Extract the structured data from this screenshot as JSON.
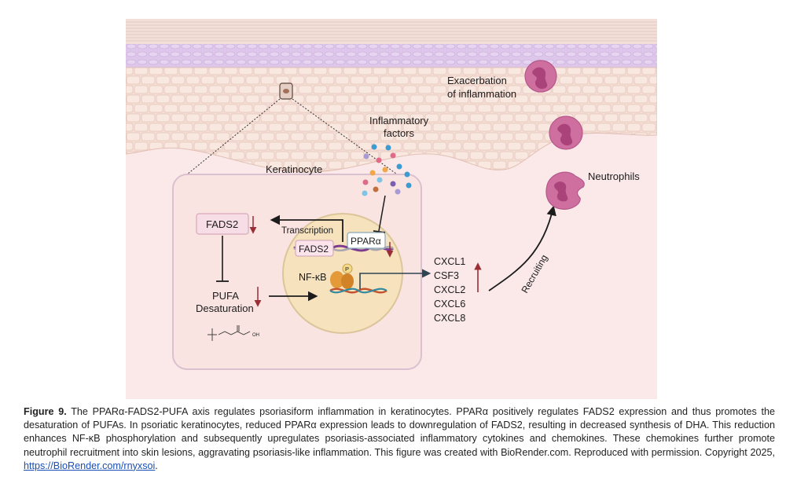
{
  "figure": {
    "labels": {
      "exacerbation_line1": "Exacerbation",
      "exacerbation_line2": "of inflammation",
      "inflammatory_line1": "Inflammatory",
      "inflammatory_line2": "factors",
      "keratinocyte": "Keratinocyte",
      "neutrophils": "Neutrophils",
      "fads2_box": "FADS2",
      "transcription": "Transcription",
      "ppara_box": "PPARα",
      "fads2_gene": "FADS2",
      "nfkb": "NF-κB",
      "phospho": "P",
      "pufa_line1": "PUFA",
      "pufa_line2": "Desaturation",
      "recruiting": "Recruiting",
      "oh": "OH"
    },
    "chemokines": [
      "CXCL1",
      "CSF3",
      "CXCL2",
      "CXCL6",
      "CXCL8"
    ],
    "colors": {
      "background": "#fbe9ea",
      "cell_fill": "#f9e4e1",
      "cell_border": "#dbc0d0",
      "nucleus_fill": "#f6e2bd",
      "nucleus_border": "#dcc59a",
      "arrow_down_red": "#9b2d36",
      "neutrophil": "#cf6fa0",
      "purple_layer": "#ddc6ea"
    }
  },
  "caption": {
    "label": "Figure 9.",
    "text": " The PPARα-FADS2-PUFA axis regulates psoriasiform inflammation in keratinocytes. PPARα positively regulates FADS2 expression and thus promotes the desaturation of PUFAs. In psoriatic keratinocytes, reduced PPARα expression leads to downregulation of FADS2, resulting in decreased synthesis of DHA. This reduction enhances NF-κB phosphorylation and subsequently upregulates psoriasis-associated inflammatory cytokines and chemokines. These chemokines further promote neutrophil recruitment into skin lesions, aggravating psoriasis-like inflammation. This figure was created with BioRender.com. Reproduced with permission. Copyright 2025, ",
    "link": "https://BioRender.com/rnyxsoi",
    "end": "."
  }
}
